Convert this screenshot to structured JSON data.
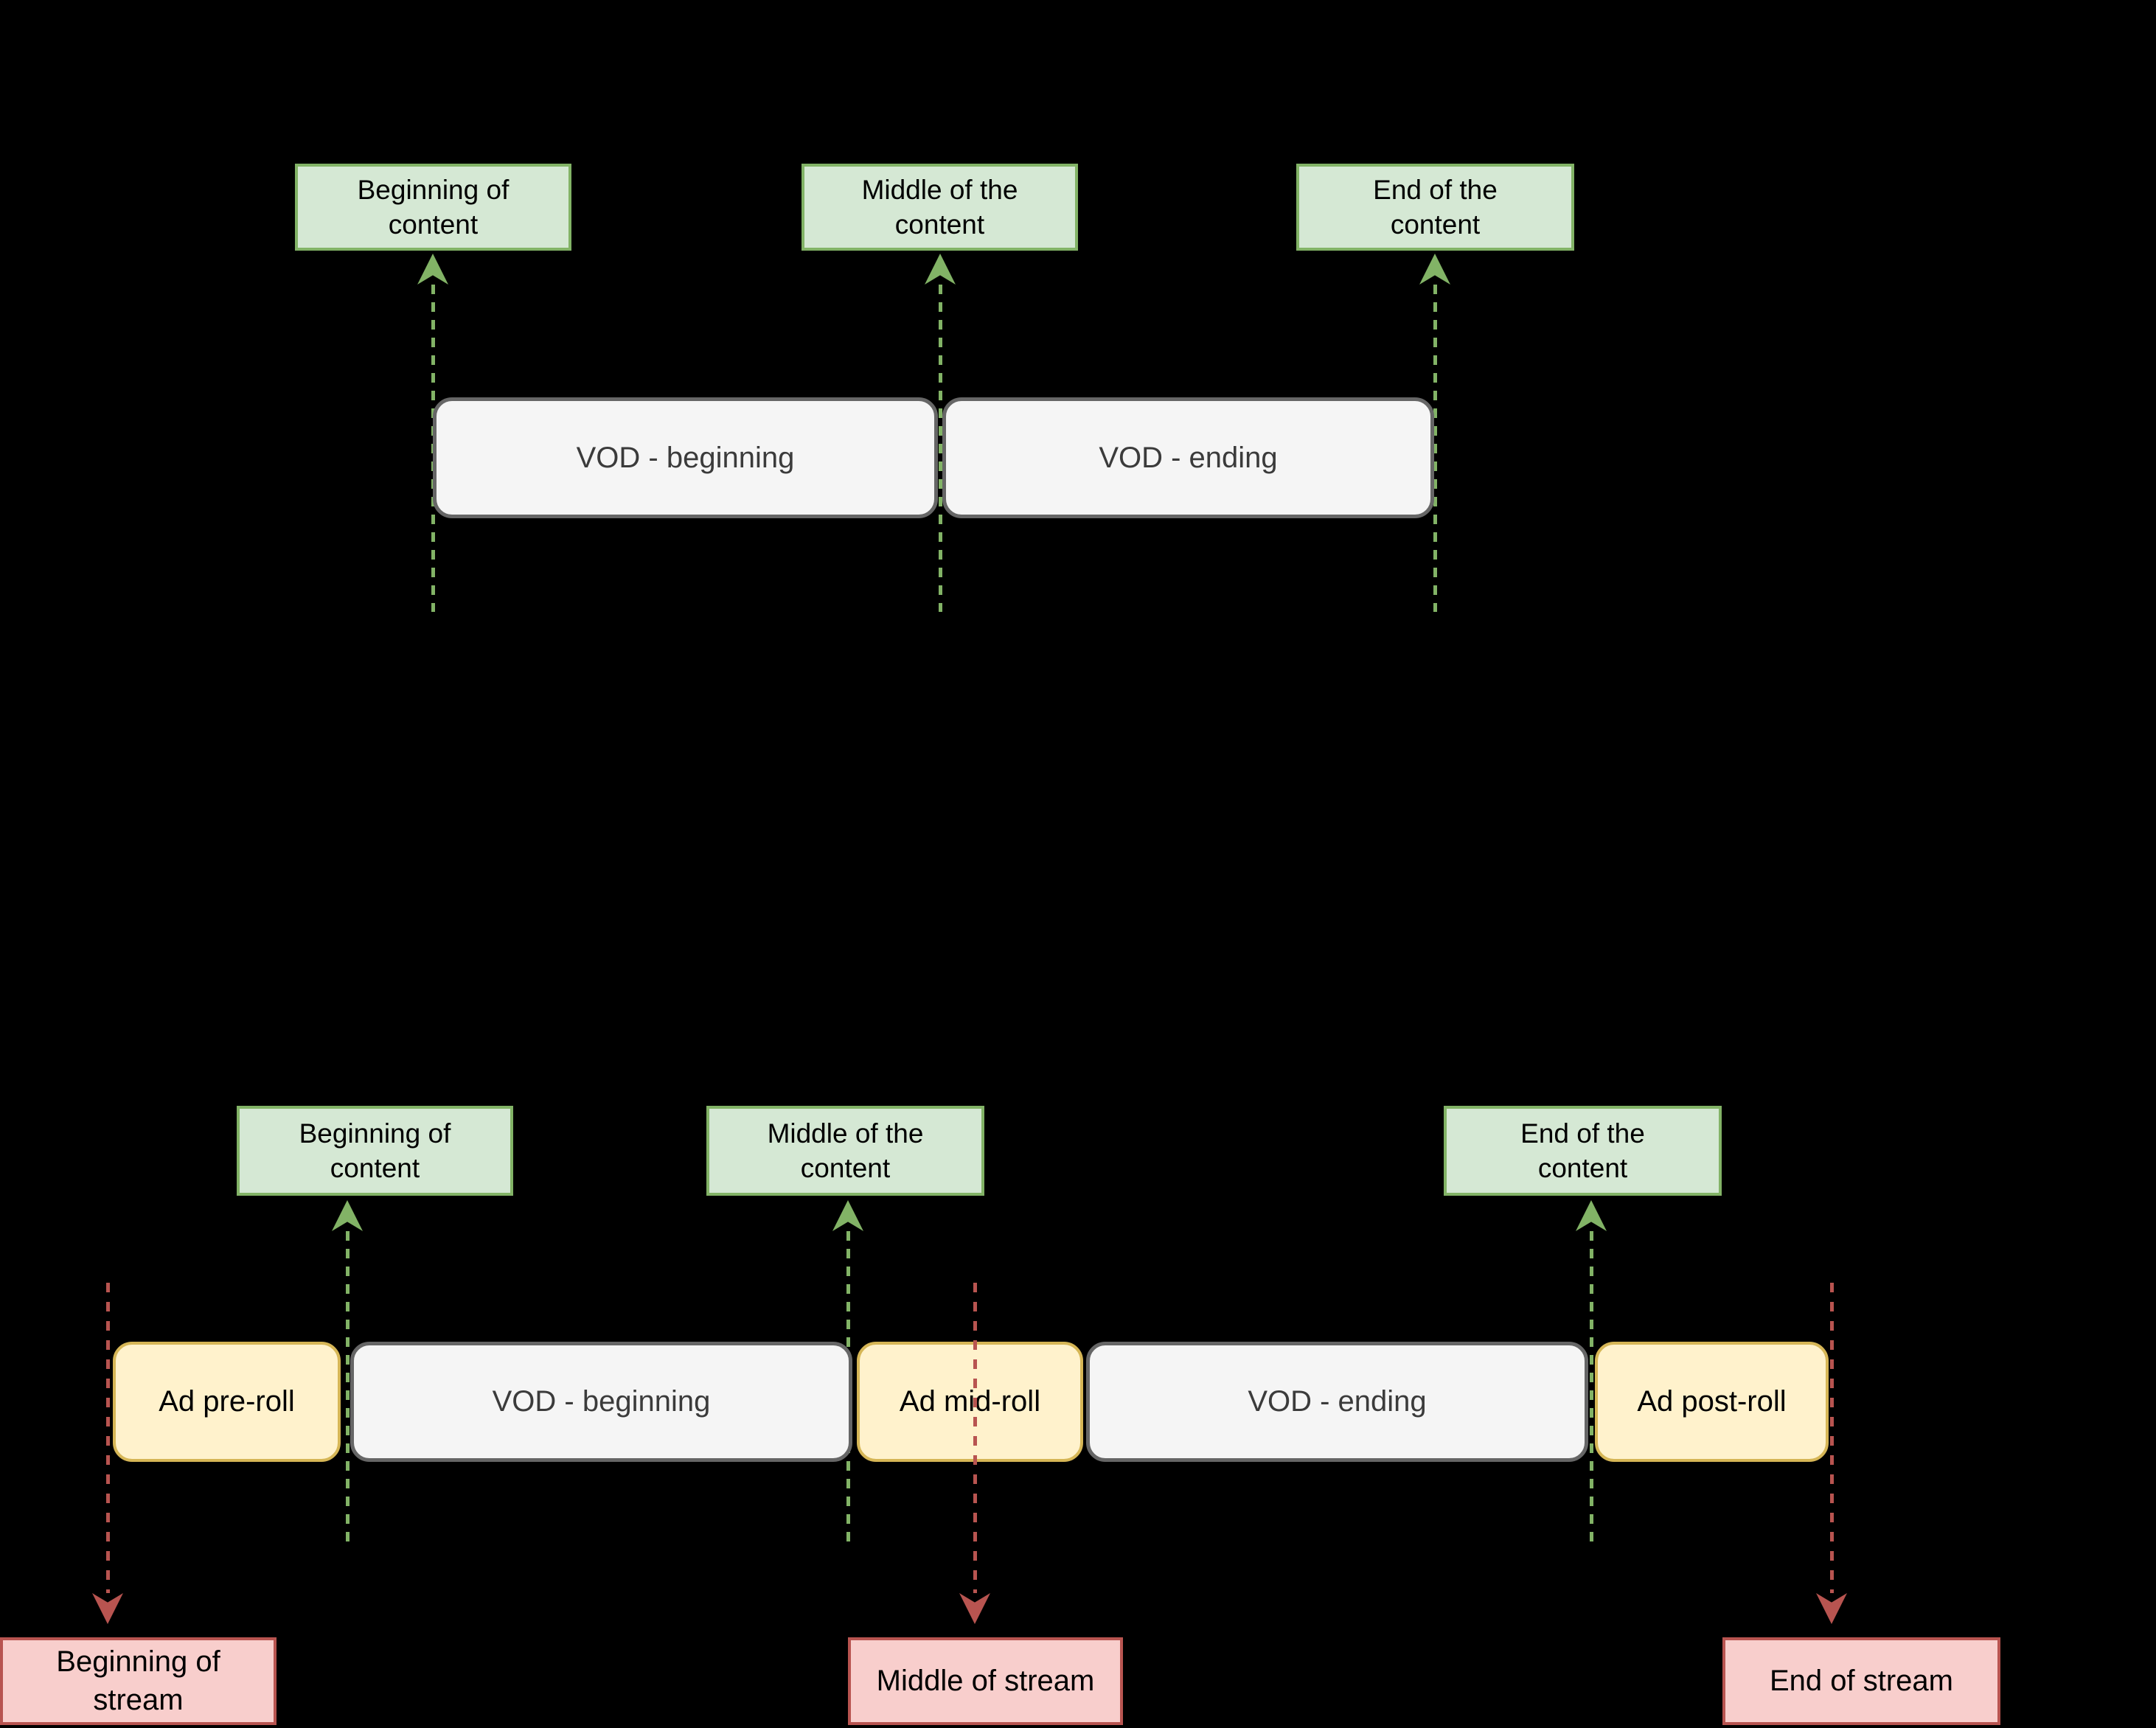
{
  "diagram": {
    "title_hint": "VOD timeline with and without ad breaks",
    "top_timeline": {
      "content_markers": [
        {
          "label": "Beginning of\ncontent"
        },
        {
          "label": "Middle of the\ncontent"
        },
        {
          "label": "End of the\ncontent"
        }
      ],
      "segments": [
        {
          "label": "VOD - beginning",
          "type": "vod"
        },
        {
          "label": "VOD - ending",
          "type": "vod"
        }
      ]
    },
    "bottom_timeline": {
      "content_markers": [
        {
          "label": "Beginning of\ncontent"
        },
        {
          "label": "Middle of the\ncontent"
        },
        {
          "label": "End of the\ncontent"
        }
      ],
      "segments": [
        {
          "label": "Ad pre-roll",
          "type": "ad"
        },
        {
          "label": "VOD - beginning",
          "type": "vod"
        },
        {
          "label": "Ad mid-roll",
          "type": "ad"
        },
        {
          "label": "VOD - ending",
          "type": "vod"
        },
        {
          "label": "Ad post-roll",
          "type": "ad"
        }
      ],
      "stream_markers": [
        {
          "label": "Beginning of\nstream"
        },
        {
          "label": "Middle of stream"
        },
        {
          "label": "End of stream"
        }
      ]
    }
  },
  "colors": {
    "background": "#000000",
    "content_box_fill": "#d5e8d4",
    "content_box_border": "#82b366",
    "vod_box_fill": "#f5f5f5",
    "vod_box_border": "#666666",
    "vod_text": "#3b3b3b",
    "ad_box_fill": "#fff2cc",
    "ad_box_border": "#d6b656",
    "ad_text": "#000000",
    "stream_box_fill": "#f8cecc",
    "stream_box_border": "#b85450",
    "green_arrow": "#82b366",
    "red_arrow": "#b85450",
    "marker_text": "#000000"
  }
}
